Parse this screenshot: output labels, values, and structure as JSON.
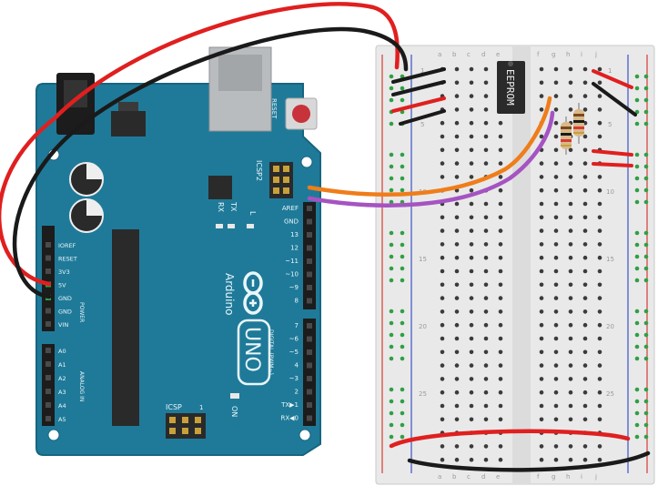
{
  "colors": {
    "board": "#1f7a99",
    "board_dark": "#17657f",
    "board_trace": "#3d96b3",
    "silk": "#e9f6fa",
    "breadboard": "#e9e9e9",
    "breadboard_edge": "#c9c9c9",
    "hole": "#3b3b3b",
    "hole_green": "#2ea043",
    "rail_red": "#d83a34",
    "rail_blue": "#3a52c8",
    "wire_red": "#e01f1f",
    "wire_black": "#1a1a1a",
    "wire_orange": "#ef7d1a",
    "wire_purple": "#a653c2",
    "chip": "#2a2a2a",
    "usb": "#b9bcbf",
    "reset_button": "#c8323a"
  },
  "arduino": {
    "logo_text": "Arduino",
    "model": "UNO",
    "icsp2_label": "ICSP2",
    "icsp_label": "ICSP",
    "icsp_pin1": "1",
    "reset_label": "RESET",
    "led_tx": "TX",
    "led_rx": "RX",
    "led_l": "L",
    "led_on": "ON",
    "power_header_title": "POWER",
    "analog_header_title": "ANALOG IN",
    "digital_header_title": "DIGITAL (PWM~)",
    "power_pins": [
      "IOREF",
      "RESET",
      "3V3",
      "5V",
      "GND",
      "GND",
      "VIN"
    ],
    "analog_pins": [
      "A0",
      "A1",
      "A2",
      "A3",
      "A4",
      "A5"
    ],
    "digital_top_pins": [
      "AREF",
      "GND",
      "13",
      "12",
      "~11",
      "~10",
      "~9",
      "8"
    ],
    "digital_bottom_pins": [
      "7",
      "~6",
      "~5",
      "4",
      "~3",
      "2",
      "TX▶1",
      "RX◀0"
    ]
  },
  "breadboard": {
    "column_letters_left": [
      "a",
      "b",
      "c",
      "d",
      "e"
    ],
    "column_letters_right": [
      "f",
      "g",
      "h",
      "i",
      "j"
    ],
    "row_numbers": [
      "1",
      "5",
      "10",
      "15",
      "20",
      "25"
    ],
    "chip_label": "EEPROM"
  }
}
